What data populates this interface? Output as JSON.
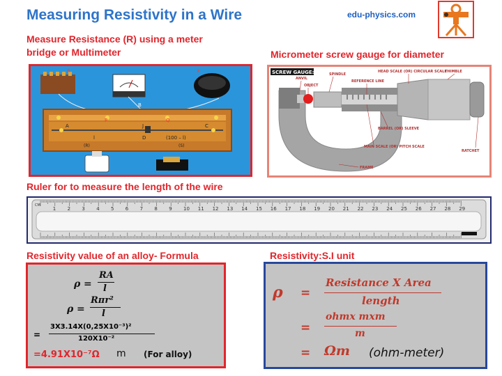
{
  "header": {
    "title": "Measuring Resistivity in a Wire",
    "site": "edu-physics.com"
  },
  "sections": {
    "resistance": {
      "heading": "Measure Resistance (R) using a meter bridge or  Multimeter"
    },
    "micrometer": {
      "heading": "Micrometer screw gauge for diameter"
    },
    "ruler": {
      "heading": "Ruler for to measure the length of the wire"
    },
    "formula": {
      "heading": "Resistivity value of an alloy- Formula"
    },
    "si_unit": {
      "heading": "Resistivity:S.I unit"
    }
  },
  "meter_bridge": {
    "labels": {
      "r": "R",
      "x": "X",
      "b": "B",
      "p": "P",
      "q": "Q",
      "a": "A",
      "j": "J",
      "c": "C",
      "d": "D",
      "l": "l",
      "rest": "(100 – l)",
      "r_paren": "(R)",
      "s_paren": "(S)"
    }
  },
  "micrometer_diagram": {
    "tag": "SCREW GAUGE:",
    "labels": {
      "anvil": "ANVIL",
      "object": "OBJECT",
      "spindle": "SPINDLE",
      "reference": "REFERENCE LINE",
      "head_scale": "HEAD SCALE (OR) CIRCULAR SCALE",
      "thimble": "THIMBLE",
      "barrel": "BARREL (OR) SLEEVE",
      "main_scale": "MAIN SCALE (OR) PITCH SCALE",
      "ratchet": "RATCHET",
      "frame": "FRAME"
    }
  },
  "ruler": {
    "numbers": [
      "1",
      "2",
      "3",
      "4",
      "5",
      "6",
      "7",
      "8",
      "9",
      "10",
      "11",
      "12",
      "13",
      "14",
      "15",
      "16",
      "17",
      "18",
      "19",
      "20",
      "21",
      "22",
      "23",
      "24",
      "25",
      "26",
      "27",
      "28",
      "29"
    ],
    "cm_label": "CM"
  },
  "formula": {
    "rho": "ρ",
    "eq": "=",
    "line1_num": "RA",
    "line1_den": "l",
    "line2_num": "Rπr²",
    "line2_den": "l",
    "line3_num": "3X3.14X(0,25X10⁻³)²",
    "line3_den": "120X10⁻²",
    "result": "=4.91X10⁻⁷Ω",
    "result_unit": "m",
    "note": "(For alloy)"
  },
  "si_unit": {
    "rho": "ρ",
    "eq": "=",
    "num1": "Resistance X Area",
    "den1": "length",
    "num2": "ohmx mxm",
    "den2": "m",
    "unit": "Ωm",
    "unit_name": "(ohm-meter)"
  },
  "colors": {
    "title": "#2e74c9",
    "heading": "#e0262c",
    "si_red": "#c0392b",
    "formula_bg": "#c4c4c4"
  }
}
